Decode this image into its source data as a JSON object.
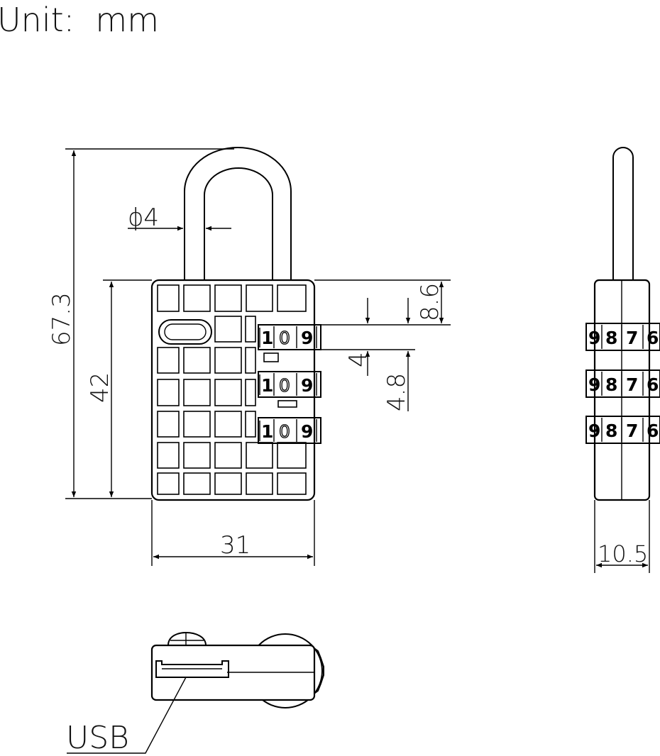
{
  "unit_label": "Unit:  mm",
  "dimensions": {
    "shackle_diameter": "ϕ4",
    "total_height": "67.3",
    "body_height": "42",
    "body_width": "31",
    "top_to_dial": "8.6",
    "dial_height": "4",
    "dial_pitch": "4.8",
    "side_thickness": "10.5"
  },
  "front_dials": [
    [
      "1",
      "0",
      "9"
    ],
    [
      "1",
      "0",
      "9"
    ],
    [
      "1",
      "0",
      "9"
    ]
  ],
  "side_dials": [
    [
      "9",
      "8",
      "7",
      "6"
    ],
    [
      "9",
      "8",
      "7",
      "6"
    ],
    [
      "9",
      "8",
      "7",
      "6"
    ]
  ],
  "usb_label": "USB"
}
